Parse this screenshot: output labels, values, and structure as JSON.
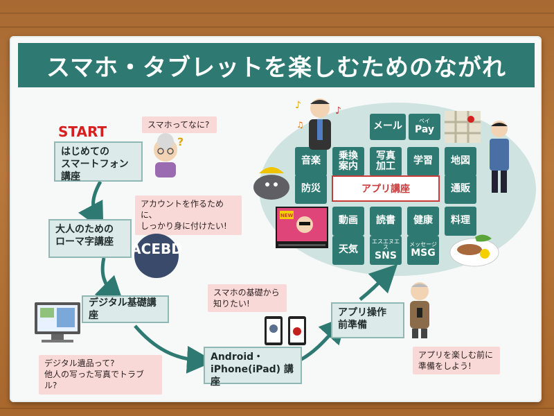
{
  "title": "スマホ・タブレットを楽しむためのながれ",
  "start": "START",
  "courses": {
    "c1": "はじめての\nスマートフォン講座",
    "c2": "大人のための\nローマ字講座",
    "c3": "デジタル基礎講座",
    "c4": "Android・\niPhone(iPad) 講座",
    "c5": "アプリ操作\n前準備"
  },
  "bubbles": {
    "b1": "スマホってなに?",
    "b2": "アカウントを作るために、\nしっかり身に付けたい!",
    "b3": "スマホの基礎から\n知りたい!",
    "b4": "デジタル遺品って?\n他人の写った写真でトラブル?",
    "b5": "アプリを楽しむ前に\n準備をしよう!"
  },
  "apps": {
    "center": "アプリ講座",
    "mail": "メール",
    "pay_ruby": "ペイ",
    "pay": "Pay",
    "music": "音楽",
    "transit": "乗換\n案内",
    "photo": "写真\n加工",
    "study": "学習",
    "map": "地図",
    "disaster": "防災",
    "shopping": "通販",
    "video": "動画",
    "reading": "読書",
    "health": "健康",
    "cooking": "料理",
    "weather": "天気",
    "sns_ruby": "エスエヌエス",
    "sns": "SNS",
    "msg_ruby": "メッセージ",
    "msg": "MSG"
  },
  "illustration_text": {
    "abcde": "ACEBD",
    "new_sign": "NEW"
  },
  "colors": {
    "title_bg": "#2e7a72",
    "tile_bg": "#2e7a72",
    "box_bg": "#dcebea",
    "bubble_bg": "#f9d9d7",
    "start_red": "#d62020",
    "arrow": "#2e7a72"
  }
}
